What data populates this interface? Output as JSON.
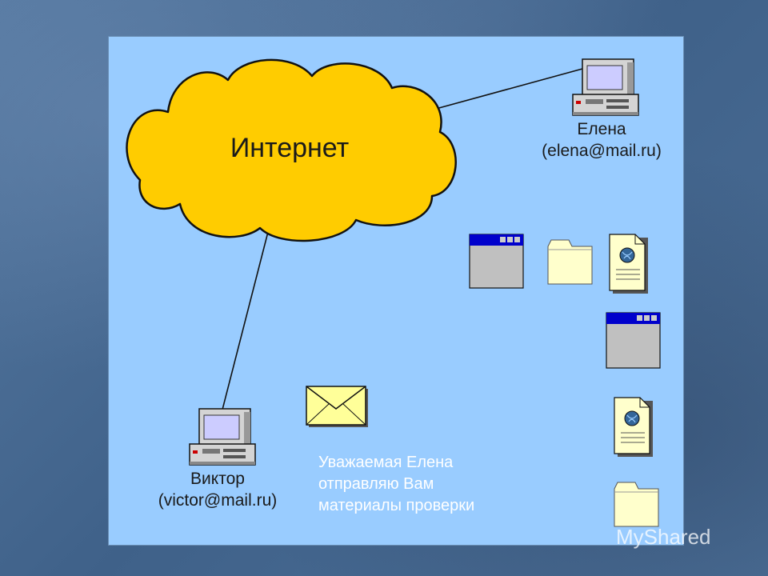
{
  "network": {
    "label": "Интернет"
  },
  "users": {
    "elena": {
      "name": "Елена",
      "email": "(elena@mail.ru)"
    },
    "victor": {
      "name": "Виктор",
      "email": "(victor@mail.ru)"
    }
  },
  "message": {
    "lines": [
      "Уважаемая Елена",
      "отправляю Вам",
      "материалы проверки"
    ]
  },
  "attachments": [
    "window-icon",
    "folder-icon",
    "document-icon",
    "window-icon",
    "document-icon",
    "folder-icon"
  ],
  "watermark": "MyShared",
  "colors": {
    "panel": "#99ccff",
    "cloud": "#ffcc00",
    "window_title": "#0000cc",
    "folder": "#ffffcc"
  }
}
